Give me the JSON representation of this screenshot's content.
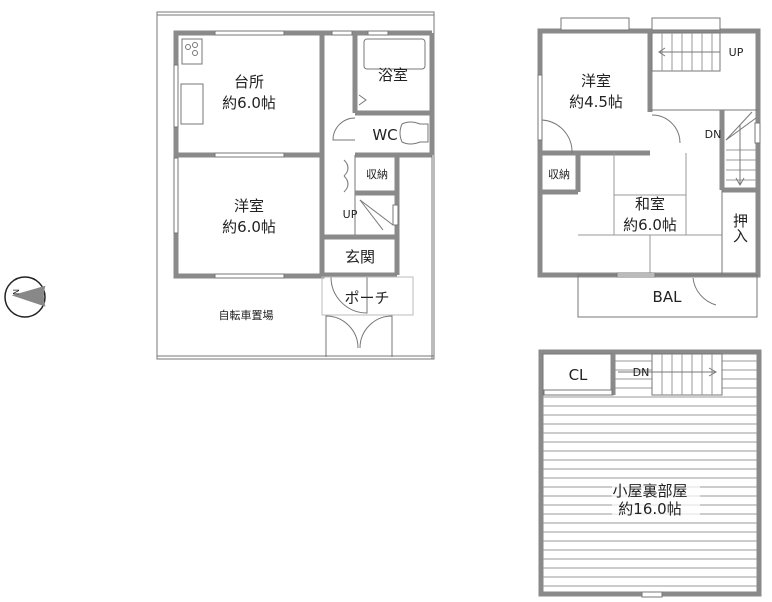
{
  "floor1": {
    "kitchen": {
      "name": "台所",
      "size": "約6.0帖"
    },
    "western_room": {
      "name": "洋室",
      "size": "約6.0帖"
    },
    "bath": "浴室",
    "wc": "WC",
    "storage": "収納",
    "stairs": "UP",
    "entrance": "玄関",
    "porch": "ポーチ",
    "bicycle_parking": "自転車置場"
  },
  "floor2": {
    "western_room": {
      "name": "洋室",
      "size": "約4.5帖"
    },
    "stairs_up": "UP",
    "stairs_down": "DN",
    "storage": "収納",
    "japanese_room": {
      "name": "和室",
      "size": "約6.0帖"
    },
    "closet": "押入",
    "balcony": "BAL"
  },
  "loft": {
    "closet": "CL",
    "stairs_down": "DN",
    "room": {
      "name": "小屋裏部屋",
      "size": "約16.0帖"
    }
  },
  "compass": {
    "direction_label": "N"
  }
}
